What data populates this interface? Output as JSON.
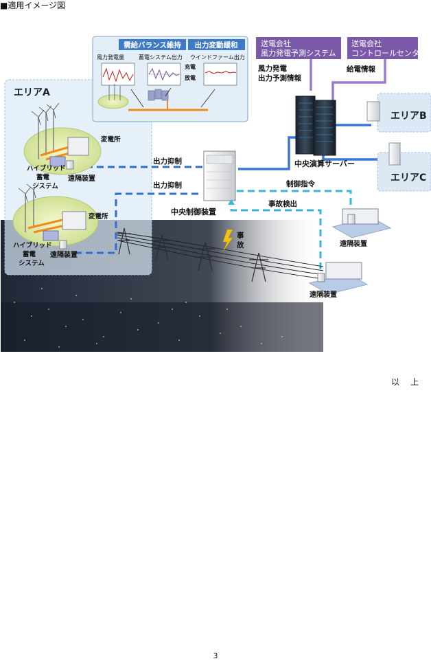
{
  "document": {
    "heading": "■適用イメージ図",
    "ending": "以　上",
    "page_number": "3"
  },
  "figure": {
    "inset": {
      "tag_balance": "需給バランス維持",
      "tag_smoothing": "出力変動緩和",
      "graph_wind": "風力発電量",
      "graph_storage": "蓄電システム出力",
      "graph_farm": "ウインドファーム出力",
      "charge": "充電",
      "discharge": "放電"
    },
    "tso": {
      "forecast_system_line1": "送電会社",
      "forecast_system_line2": "風力発電予測システム",
      "control_center_line1": "送電会社",
      "control_center_line2": "コントロールセンタ"
    },
    "info": {
      "forecast_line1": "風力発電",
      "forecast_line2": "出力予測情報",
      "dispatch": "給電情報"
    },
    "areas": {
      "a": "エリアA",
      "b": "エリアB",
      "c": "エリアC"
    },
    "site1": {
      "substation": "変電所",
      "hybrid_line1": "ハイブリッド",
      "hybrid_line2": "蓄電",
      "hybrid_line3": "システム",
      "remote": "遠隔装置"
    },
    "site2": {
      "substation": "変電所",
      "hybrid_line1": "ハイブリッド",
      "hybrid_line2": "蓄電",
      "hybrid_line3": "システム",
      "remote": "遠隔装置"
    },
    "flows": {
      "suppression1": "出力抑制",
      "suppression2": "出力抑制",
      "control_command": "制御指令",
      "fault_detection": "事故検出"
    },
    "devices": {
      "central_server": "中央演算サーバー",
      "central_controller": "中央制御装置",
      "remote_right1": "遠隔装置",
      "remote_right2": "遠隔装置"
    },
    "incident_line1": "事",
    "incident_line2": "故",
    "colors": {
      "dash_blue": "#2f6fd0",
      "dash_cyan": "#33b8d8",
      "purple": "#7a5aa8",
      "orange": "#f08a1c",
      "area_fill": "#dce9f5"
    }
  }
}
